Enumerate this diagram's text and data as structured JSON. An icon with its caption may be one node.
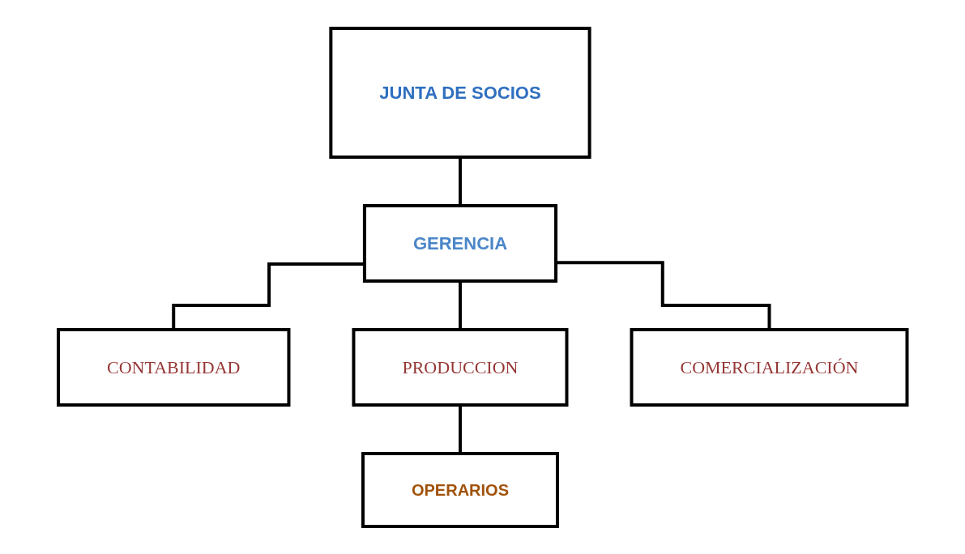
{
  "diagram": {
    "nodes": [
      {
        "text": [
          "JUNTA DE SOCIOS"
        ]
      },
      {
        "text": [
          "GERENCIA"
        ]
      },
      {
        "text": [
          "CONTABILIDAD"
        ]
      },
      {
        "text": [
          "PRODUCCION"
        ]
      },
      {
        "text": [
          "COMERCIALIZACIÓN"
        ]
      },
      {
        "text": [
          "OPERARIOS"
        ]
      }
    ],
    "edges": [
      {
        "from": 0,
        "to": 1,
        "arrow": "none"
      },
      {
        "from": 1,
        "to": 2,
        "arrow": "none"
      },
      {
        "from": 1,
        "to": 3,
        "arrow": "none"
      },
      {
        "from": 1,
        "to": 4,
        "arrow": "none"
      },
      {
        "from": 3,
        "to": 5,
        "arrow": "none"
      }
    ]
  }
}
